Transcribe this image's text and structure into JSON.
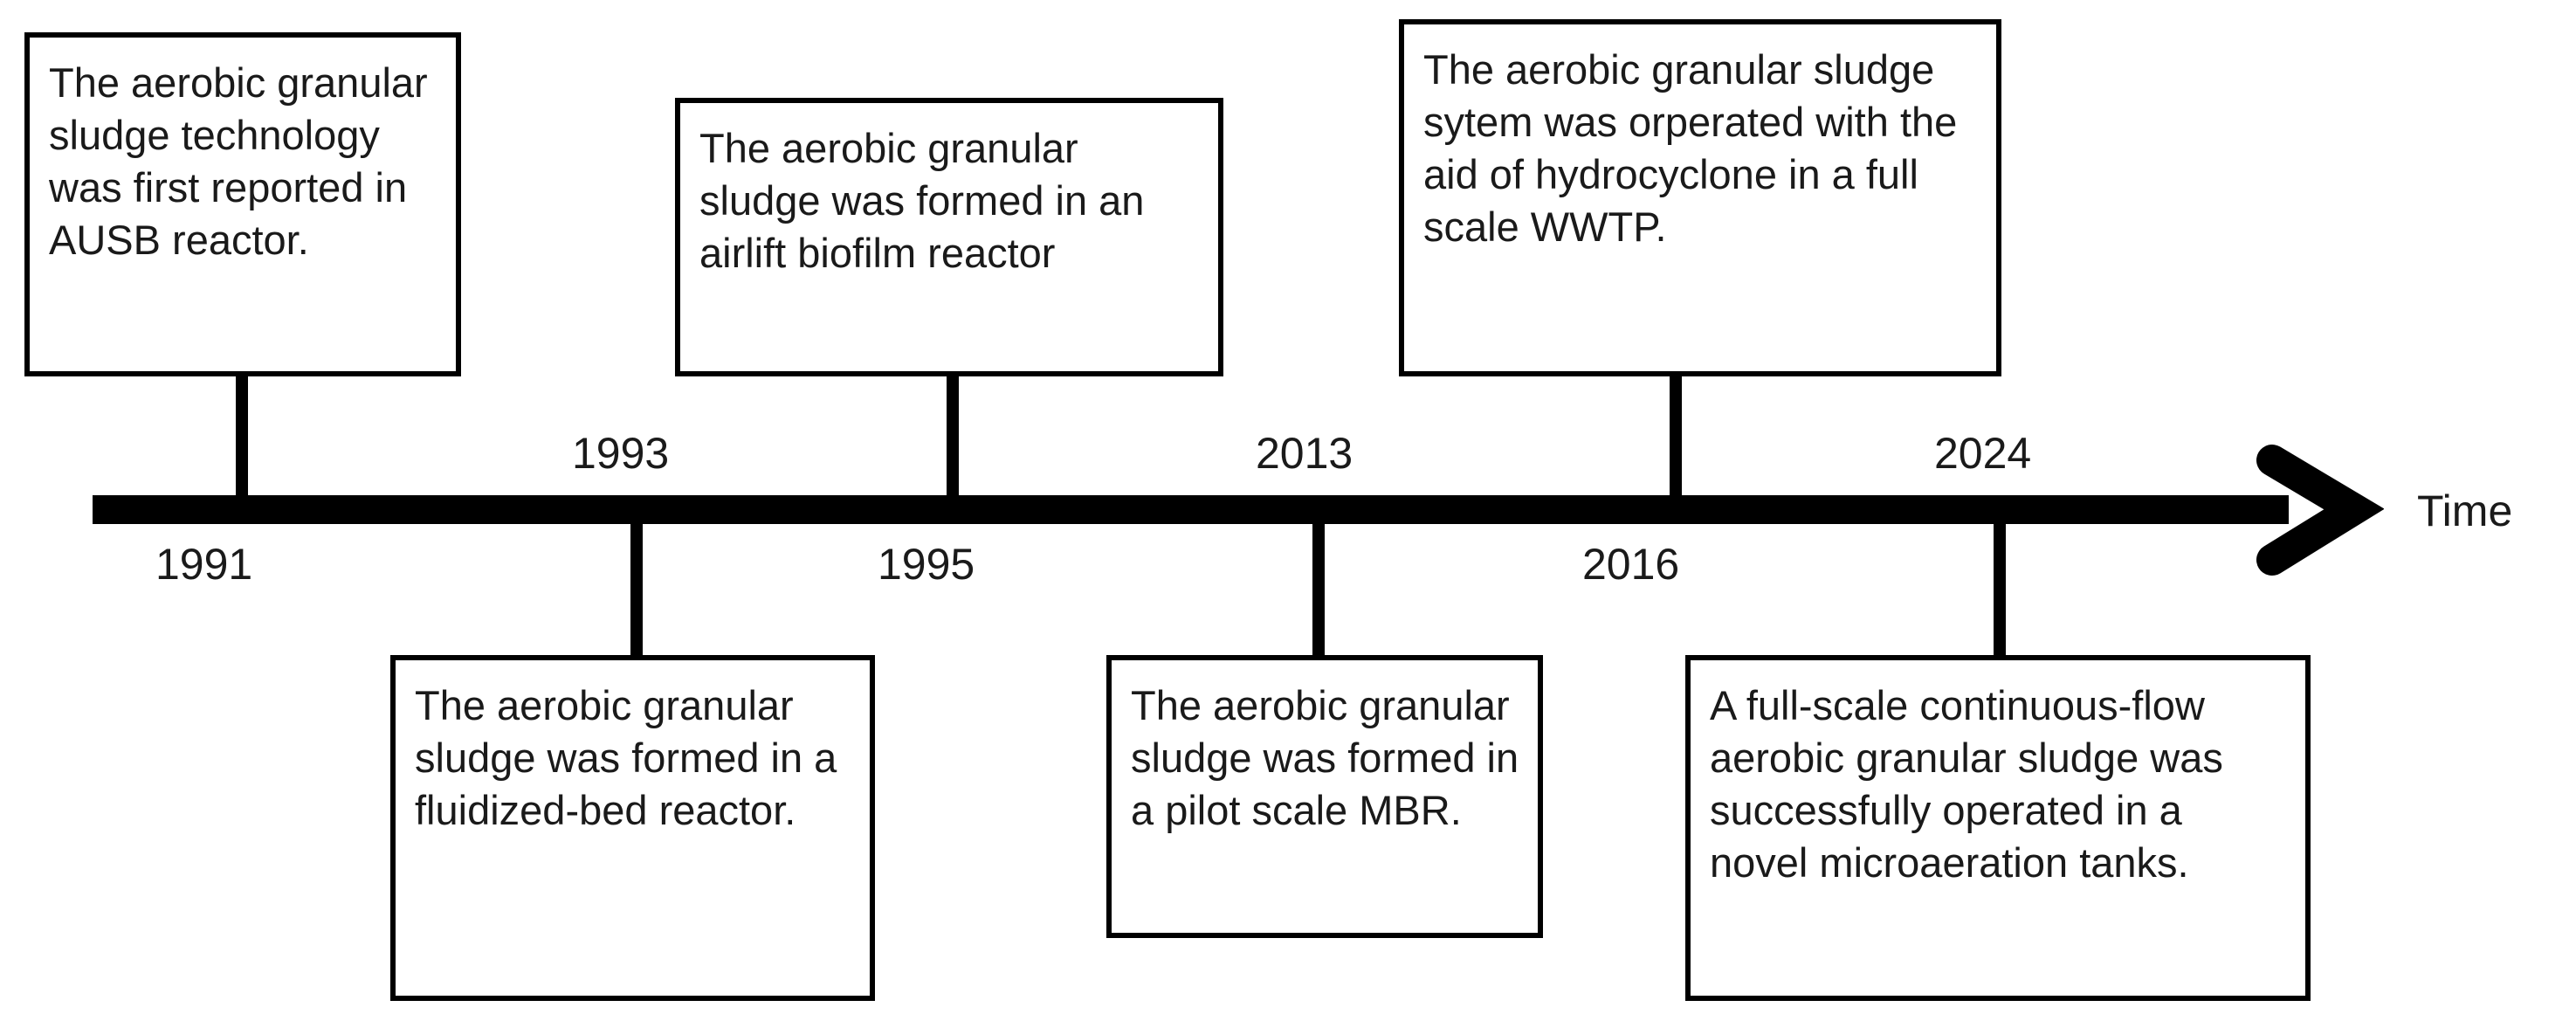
{
  "diagram": {
    "type": "timeline",
    "orientation": "horizontal",
    "axis": {
      "label": "Time",
      "direction": "left-to-right",
      "arrow": "arrow-right-icon",
      "color": "#000000"
    },
    "years": [
      {
        "id": "y1991",
        "label": "1991",
        "position": "below-axis"
      },
      {
        "id": "y1993",
        "label": "1993",
        "position": "above-axis"
      },
      {
        "id": "y1995",
        "label": "1995",
        "position": "below-axis"
      },
      {
        "id": "y2013",
        "label": "2013",
        "position": "above-axis"
      },
      {
        "id": "y2016",
        "label": "2016",
        "position": "below-axis"
      },
      {
        "id": "y2024",
        "label": "2024",
        "position": "above-axis"
      }
    ],
    "events": [
      {
        "id": "e1991",
        "year": "1991",
        "side": "above",
        "text": "The aerobic granular sludge technology was first reported in AUSB reactor."
      },
      {
        "id": "e1995",
        "year": "1995",
        "side": "above",
        "text": "The aerobic granular sludge was formed in an airlift biofilm reactor"
      },
      {
        "id": "e2013",
        "year": "2013",
        "side": "above",
        "text": "The aerobic granular sludge sytem was orperated with the aid of hydrocyclone in a full scale WWTP."
      },
      {
        "id": "e1993",
        "year": "1993",
        "side": "below",
        "text": "The aerobic granular sludge was formed in a fluidized-bed reactor."
      },
      {
        "id": "e2016",
        "year": "2016",
        "side": "below",
        "text": "The aerobic granular sludge was formed in a pilot scale MBR."
      },
      {
        "id": "e2024",
        "year": "2024",
        "side": "below",
        "text": "A full-scale continuous-flow aerobic granular sludge was successfully operated in a novel microaeration tanks."
      }
    ]
  }
}
